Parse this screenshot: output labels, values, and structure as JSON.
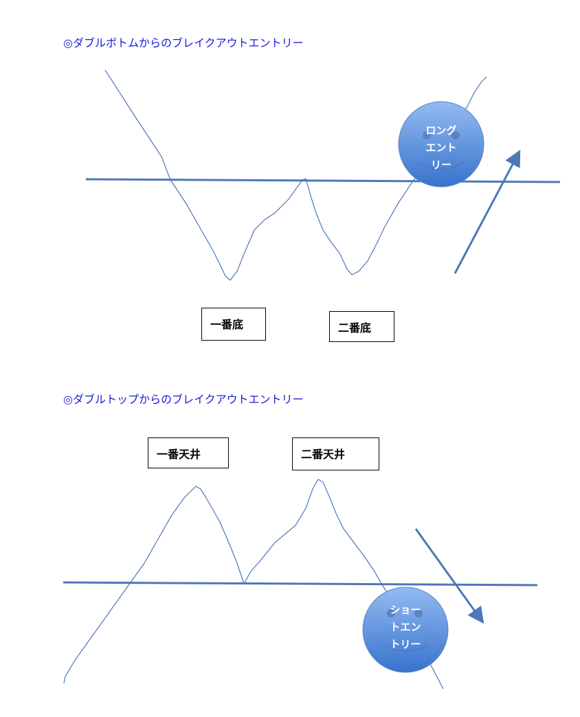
{
  "sections": [
    {
      "title": "◎ダブルボトムからのブレイクアウトエントリー",
      "labels": [
        "一番底",
        "二番底"
      ],
      "entry_badge": [
        "ロング",
        "エント",
        "リー"
      ]
    },
    {
      "title": "◎ダブルトップからのブレイクアウトエントリー",
      "labels": [
        "一番天井",
        "二番天井"
      ],
      "entry_badge": [
        "ショー",
        "トエン",
        "トリー"
      ]
    }
  ],
  "colors": {
    "line": "#4a78b8",
    "title": "#1a1ad6",
    "badge_top": "#8ab4f0",
    "badge_bottom": "#3a74cc"
  }
}
